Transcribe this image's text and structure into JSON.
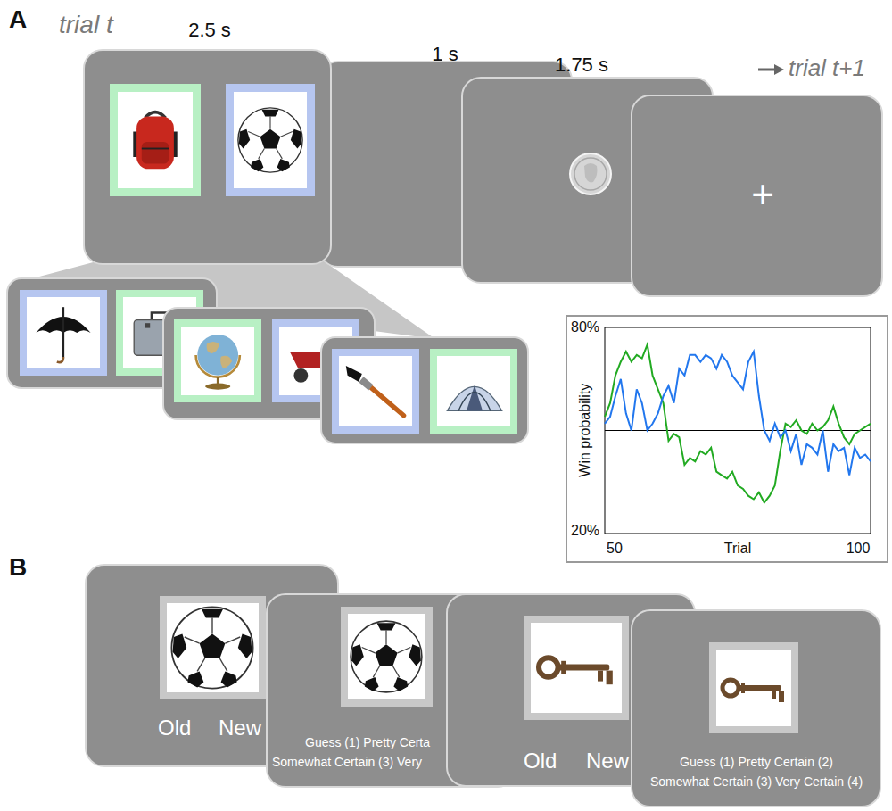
{
  "diagram": {
    "nodes": [
      {
        "text": [
          "2.5 s"
        ]
      },
      {
        "text": [
          "1 s"
        ]
      },
      {
        "text": [
          "1.75 s"
        ]
      },
      {
        "text": [
          "+"
        ]
      },
      {
        "text": [
          "80%",
          "Win probability",
          "20%",
          "50",
          "Trial",
          "100"
        ]
      },
      {
        "text": [
          "Old",
          "New"
        ]
      },
      {
        "text": [
          "Guess (1) Pretty Certa",
          "Somewhat Certain (3) Very"
        ]
      },
      {
        "text": [
          "Old",
          "New"
        ]
      },
      {
        "text": [
          "Guess (1) Pretty Certain (2)",
          "Somewhat Certain (3) Very Certain (4)"
        ]
      }
    ],
    "labels": [
      "A",
      "trial t",
      "trial t+1",
      "B"
    ]
  }
}
